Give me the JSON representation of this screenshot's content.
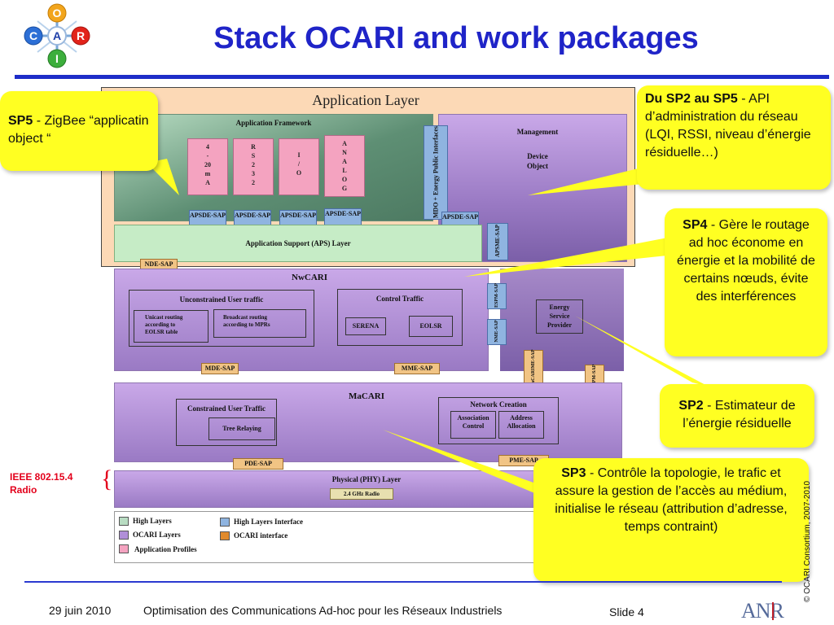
{
  "slide": {
    "title": "Stack OCARI and work packages",
    "logo_letters": [
      "O",
      "C",
      "A",
      "R",
      "I"
    ]
  },
  "diagram": {
    "application_layer": "Application Layer",
    "application_framework": "Application Framework",
    "profiles": [
      [
        "4",
        "-",
        "20",
        "m",
        "A"
      ],
      [
        "R",
        "S",
        "2",
        "3",
        "2"
      ],
      [
        "I",
        "/",
        "O"
      ],
      [
        "A",
        "N",
        "A",
        "L",
        "O",
        "G"
      ]
    ],
    "mdo_interface": "MDO + Energy Public Interfaces",
    "management": "Management",
    "device_object_line1": "Device",
    "device_object_line2": "Object",
    "apsde_sap": "APSDE-SAP",
    "apsme_sap": "APSME-SAP",
    "aps_layer": "Application Support (APS) Layer",
    "nde_sap": "NDE-SAP",
    "nwcari": "NwCARI",
    "unconstrained": "Unconstrained User traffic",
    "unicast": [
      "Unicast routing",
      "according to",
      "EOLSR table"
    ],
    "broadcast": [
      "Broadcast routing",
      "according to MPRs"
    ],
    "control_traffic": "Control Traffic",
    "serena": "SERENA",
    "eolsr": "EOLSR",
    "espm_sap": "ESPM-SAP",
    "nme_sap": "NME-SAP",
    "energy_provider": [
      "Energy",
      "Service",
      "Provider"
    ],
    "mde_sap": "MDE-SAP",
    "mme_sap": "MME-SAP",
    "macarime_sap": "MaCARIME-SAP",
    "kspm_sap": "KSPM-SAP",
    "macari": "MaCARI",
    "constrained": "Constrained User Traffic",
    "tree_relaying": "Tree Relaying",
    "network_creation": "Network Creation",
    "association": [
      "Association",
      "Control"
    ],
    "address": [
      "Address",
      "Allocation"
    ],
    "pde_sap": "PDE-SAP",
    "pme_sap": "PME-SAP",
    "phy_layer": "Physical (PHY) Layer",
    "radio": "2.4 GHz Radio",
    "legend": {
      "high_layers": "High Layers",
      "high_layers_interface": "High Layers Interface",
      "ocari_layers": "OCARI Layers",
      "ocari_interface": "OCARI interface",
      "application_profiles": "Application Profiles"
    },
    "colors": {
      "high_layers": "#b8dcc2",
      "high_layers_interface": "#8fb4e0",
      "ocari_layers": "#b08fd8",
      "ocari_interface": "#e08a2c",
      "application_profiles": "#f4a3c0"
    }
  },
  "callouts": {
    "sp5_key": "SP5",
    "sp5_text": " - ZigBee “applicatin object “",
    "sp2sp5_key": "Du SP2 au SP5",
    "sp2sp5_text": " -  API d’administration du réseau (LQI, RSSI, niveau d’énergie résiduelle…)",
    "sp4_key": "SP4",
    "sp4_text": " - Gère le routage ad hoc économe en énergie et la mobilité de certains nœuds, évite des interférences",
    "sp2_key": "SP2",
    "sp2_text": " - Estimateur de l’énergie résiduelle",
    "sp3_key": "SP3",
    "sp3_text": " - Contrôle la topologie, le trafic et assure la gestion de l’accès au médium, initialise le réseau (attribution d’adresse, temps contraint)"
  },
  "side_note": {
    "line1": "IEEE 802.15.4",
    "line2": "Radio",
    "brace": "{"
  },
  "footer": {
    "date": "29 juin 2010",
    "subject": "Optimisation des Communications Ad-hoc pour les Réseaux  Industriels",
    "slide": "Slide 4",
    "copyright": "© OCARI  Consortium, 2007-2010",
    "anr_logo": "ANR"
  }
}
